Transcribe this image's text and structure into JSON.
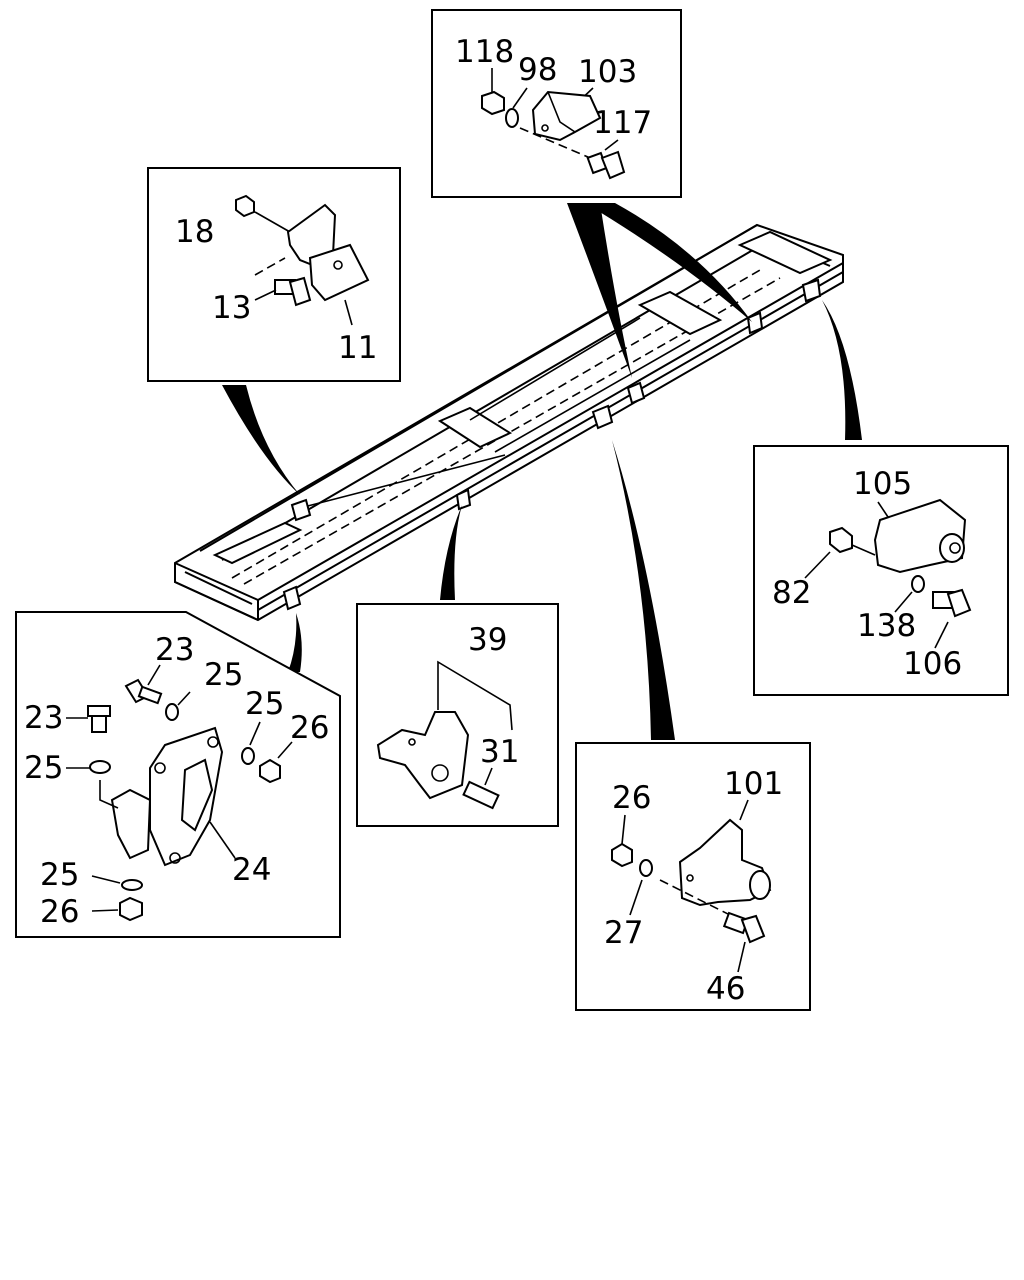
{
  "callouts": {
    "top_center": {
      "labels": [
        "118",
        "98",
        "103",
        "117"
      ]
    },
    "top_left": {
      "labels": [
        "18",
        "13",
        "11"
      ]
    },
    "right": {
      "labels": [
        "105",
        "82",
        "138",
        "106"
      ]
    },
    "bottom_left": {
      "labels": [
        "23",
        "25",
        "23",
        "25",
        "25",
        "26",
        "24",
        "25",
        "26"
      ]
    },
    "center": {
      "labels": [
        "39",
        "31"
      ]
    },
    "bottom_right": {
      "labels": [
        "101",
        "26",
        "27",
        "46"
      ]
    }
  }
}
